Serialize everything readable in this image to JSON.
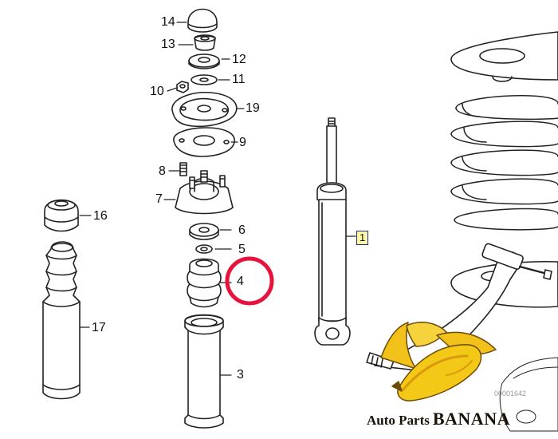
{
  "callouts": {
    "c14": "14",
    "c13": "13",
    "c12": "12",
    "c11": "11",
    "c10": "10",
    "c19": "19",
    "c9": "9",
    "c8": "8",
    "c7": "7",
    "c16": "16",
    "c6": "6",
    "c5": "5",
    "c4": "4",
    "c1": "1",
    "c17": "17",
    "c3": "3"
  },
  "brand": {
    "prefix": "Auto Parts",
    "name": "BANANA"
  },
  "reference_code": "00001642",
  "colors": {
    "line": "#222222",
    "highlight_circle": "#e8133c",
    "banana": "#f2c21a",
    "banana_shade": "#d99a0c"
  }
}
